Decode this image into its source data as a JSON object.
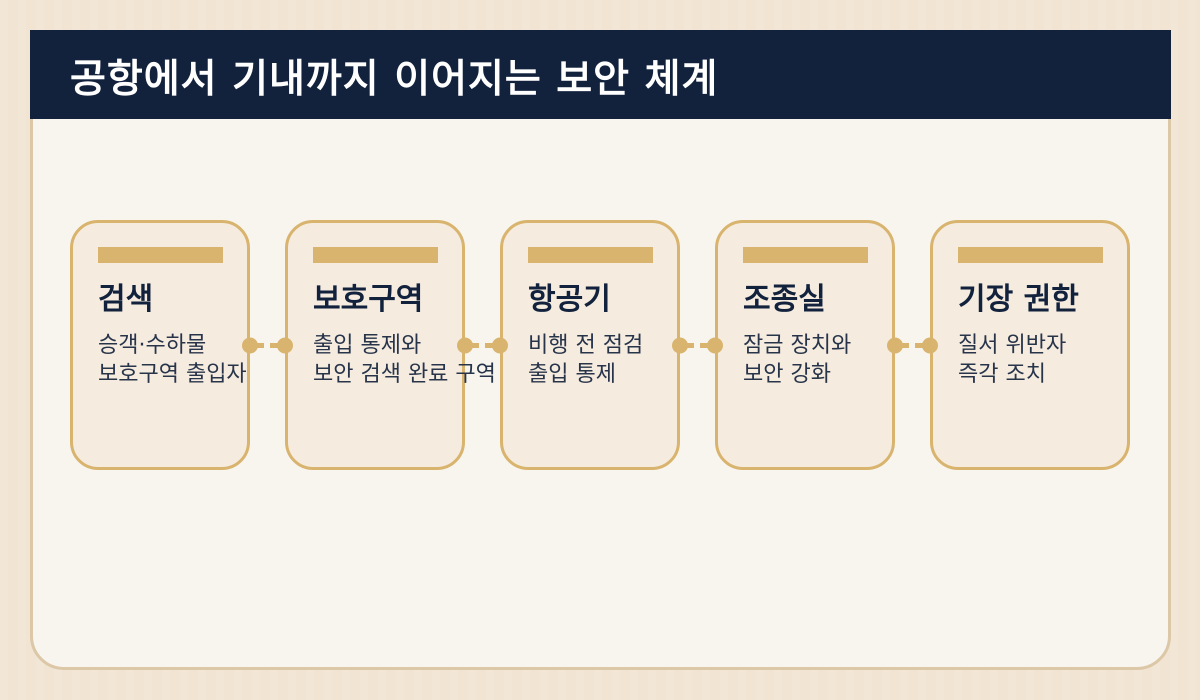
{
  "title": "공항에서 기내까지 이어지는 보안 체계",
  "colors": {
    "header": "#12223d",
    "accent": "#d9b46e",
    "card_fill": "#f5ebdf",
    "panel": "#f8f5ef",
    "text": "#12223d"
  },
  "steps": [
    {
      "title": "검색",
      "lines": [
        "승객·수하물",
        "보호구역 출입자"
      ]
    },
    {
      "title": "보호구역",
      "lines": [
        "출입 통제와",
        "보안 검색 완료 구역"
      ]
    },
    {
      "title": "항공기",
      "lines": [
        "비행 전 점검",
        "출입 통제"
      ]
    },
    {
      "title": "조종실",
      "lines": [
        "잠금 장치와",
        "보안 강화"
      ]
    },
    {
      "title": "기장 권한",
      "lines": [
        "질서 위반자",
        "즉각 조치"
      ]
    }
  ]
}
